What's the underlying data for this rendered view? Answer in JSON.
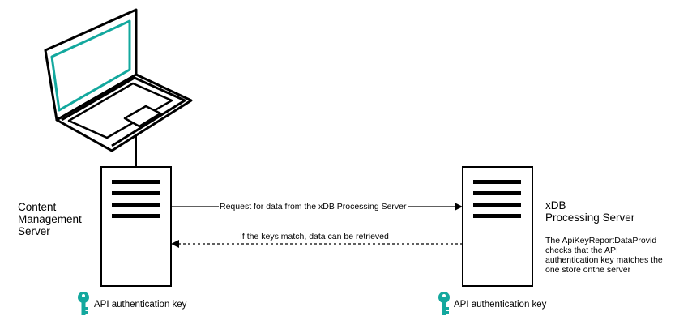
{
  "nodes": {
    "cms": {
      "label_lines": [
        "Content",
        "Management",
        "Server"
      ]
    },
    "xdb": {
      "label_lines": [
        "xDB",
        "Processing Server"
      ]
    }
  },
  "edges": {
    "request": {
      "label": "Request for data from the xDB Processing Server",
      "style": "solid"
    },
    "response": {
      "label": "If the keys match, data can be retrieved",
      "style": "dashed"
    }
  },
  "note": {
    "lines": [
      "The ApiKeyReportDataProvid",
      "checks that the API",
      "authentication key matches the",
      "one store onthe server"
    ]
  },
  "keys": {
    "left": {
      "label": "API authentication key",
      "icon": "key-icon"
    },
    "right": {
      "label": "API authentication key",
      "icon": "key-icon"
    }
  },
  "colors": {
    "accent": "#13a89e",
    "stroke": "#000000"
  }
}
